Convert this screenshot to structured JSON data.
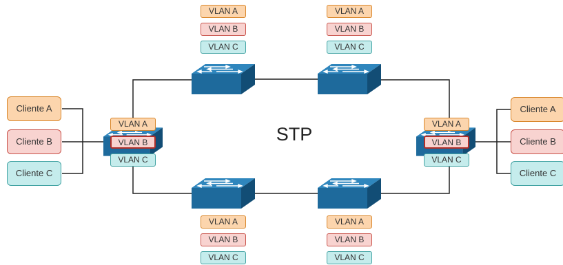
{
  "protocol_label": "STP",
  "vlans": {
    "a": "VLAN A",
    "b": "VLAN B",
    "c": "VLAN C"
  },
  "clients": {
    "a": "Cliente A",
    "b": "Cliente B",
    "c": "Cliente C"
  },
  "colors": {
    "vlan_a_fill": "#fcd5ad",
    "vlan_a_border": "#d9862a",
    "vlan_b_fill": "#f8d3d0",
    "vlan_b_border": "#c9524a",
    "vlan_c_fill": "#c5ecec",
    "vlan_c_border": "#42a3a3",
    "switch": "#1e6a9c",
    "link": "#222222"
  },
  "icons": [
    "switch-icon"
  ]
}
